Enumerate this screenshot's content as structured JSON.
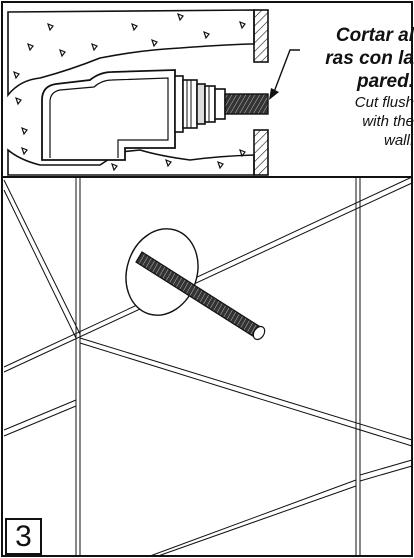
{
  "figure": {
    "step_number": "3",
    "callout": {
      "spanish_line1": "Cortar al",
      "spanish_line2": "ras con la",
      "spanish_line3": "pared.",
      "english_line1": "Cut flush",
      "english_line2": "with the",
      "english_line3": "wall."
    },
    "parts": [
      "valve-body",
      "cartridge-bonnet",
      "splined-stem",
      "wall-section",
      "tile-wall",
      "stem-escutcheon",
      "extended-stem"
    ],
    "colors": {
      "ink": "#111111",
      "background": "#ffffff"
    }
  }
}
